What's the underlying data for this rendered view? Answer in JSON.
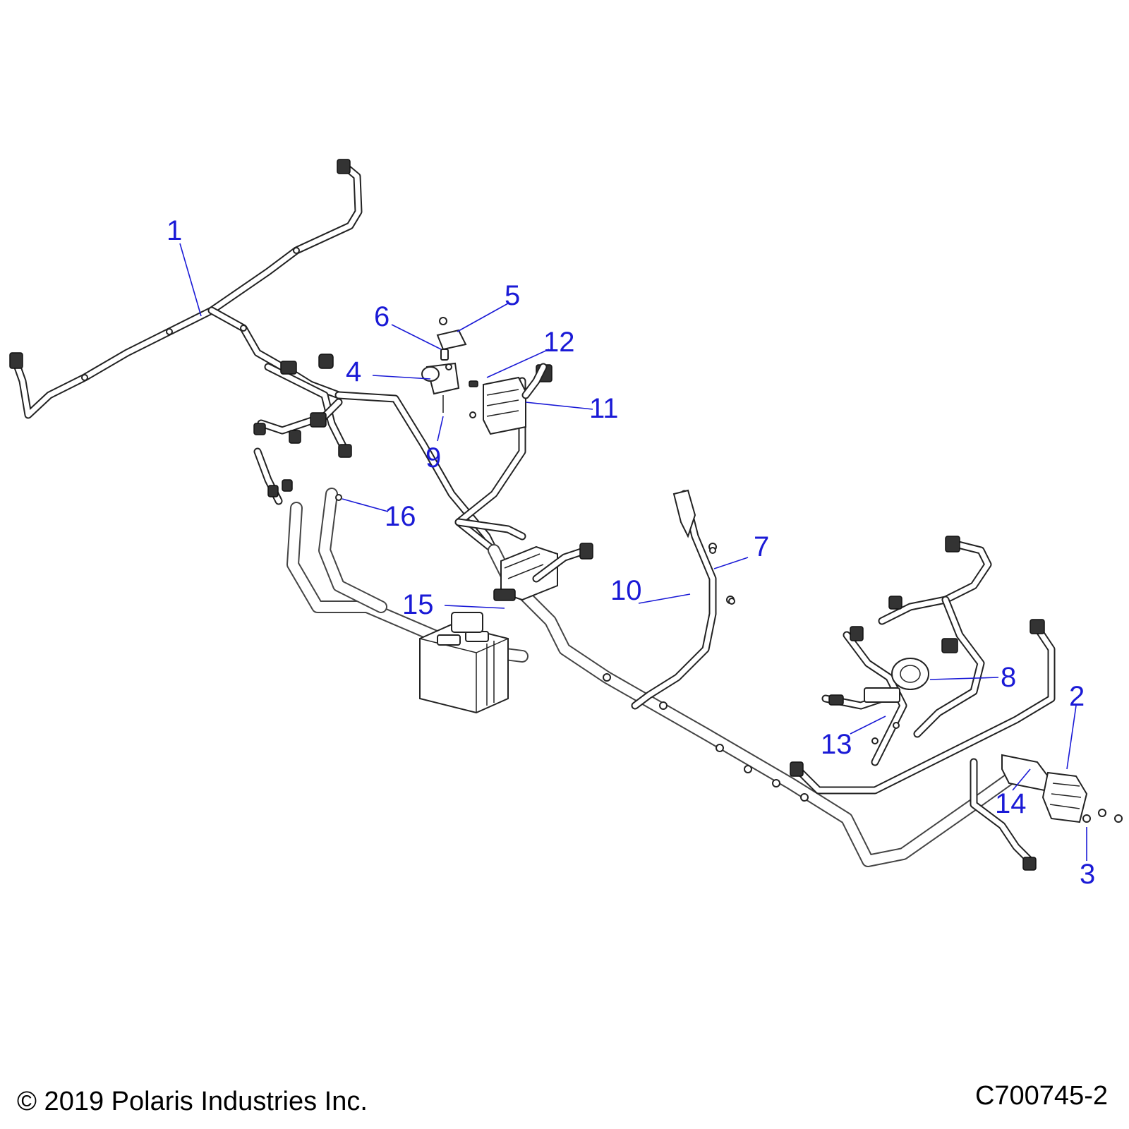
{
  "callouts": {
    "c1": "1",
    "c2": "2",
    "c3": "3",
    "c4": "4",
    "c5": "5",
    "c6": "6",
    "c7": "7",
    "c8": "8",
    "c9": "9",
    "c10": "10",
    "c11": "11",
    "c12": "12",
    "c13": "13",
    "c14": "14",
    "c15": "15",
    "c16": "16"
  },
  "footer": {
    "copyright": "© 2019 Polaris Industries Inc.",
    "drawing_number": "C700745-2"
  },
  "colors": {
    "callout": "#1a1ad6",
    "line_art": "#222222"
  }
}
